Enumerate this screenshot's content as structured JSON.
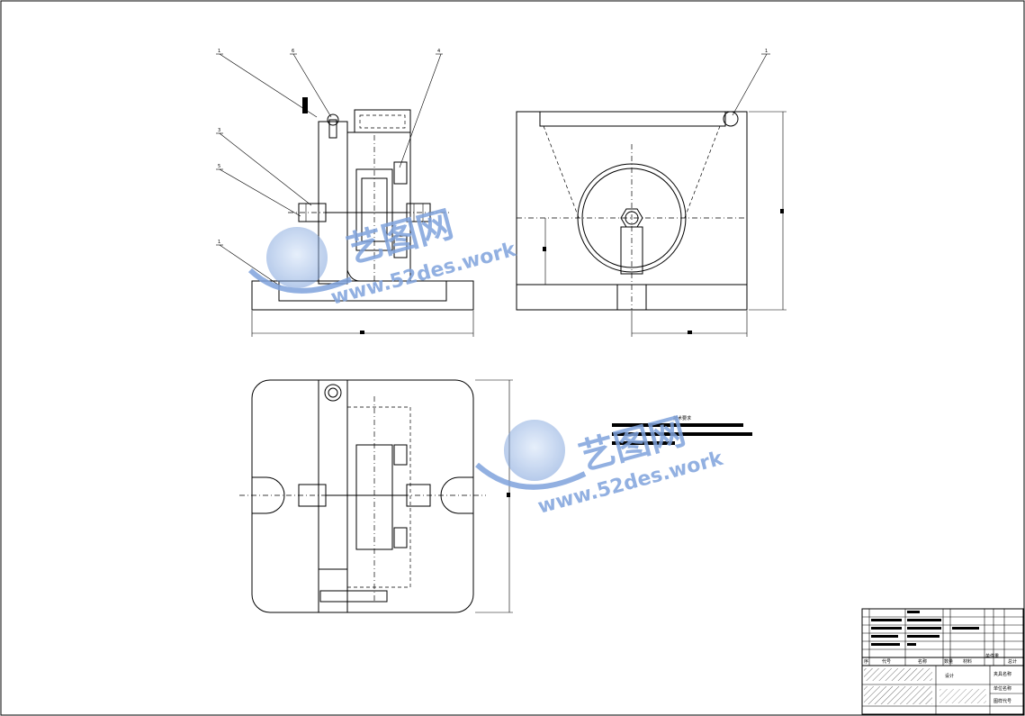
{
  "watermark": {
    "brand": "艺图网",
    "url": "www.52des.work",
    "color": "#7fa3dc"
  },
  "notes": {
    "title": "技术要求"
  },
  "title_block": {
    "header_cells": [
      "序",
      "代号",
      "名称",
      "数量",
      "材料",
      "单件重",
      "总计"
    ],
    "design_label": "设计",
    "name_cell": "夹具名称",
    "drawing_no_cell": "图样代号",
    "company_cell": "单位名称"
  },
  "part_labels": [
    "1",
    "6",
    "4",
    "3",
    "5",
    "1",
    "1"
  ],
  "colors": {
    "line": "#000000",
    "hatch": "#000000",
    "background": "#ffffff"
  }
}
